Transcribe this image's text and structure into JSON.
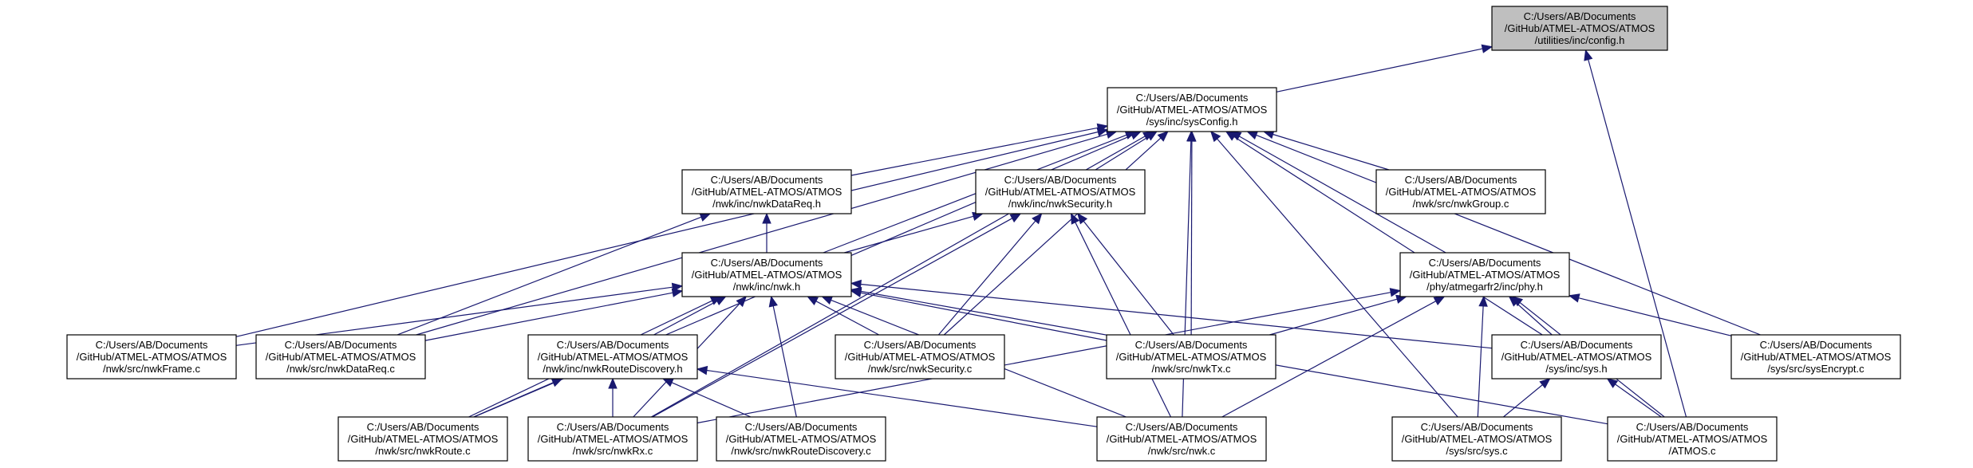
{
  "nodes": {
    "config": {
      "lines": [
        "C:/Users/AB/Documents",
        "/GitHub/ATMEL-ATMOS/ATMOS",
        "/utilities/inc/config.h"
      ]
    },
    "sysConfig": {
      "lines": [
        "C:/Users/AB/Documents",
        "/GitHub/ATMEL-ATMOS/ATMOS",
        "/sys/inc/sysConfig.h"
      ]
    },
    "nwkDataReqH": {
      "lines": [
        "C:/Users/AB/Documents",
        "/GitHub/ATMEL-ATMOS/ATMOS",
        "/nwk/inc/nwkDataReq.h"
      ]
    },
    "nwkSecurityH": {
      "lines": [
        "C:/Users/AB/Documents",
        "/GitHub/ATMEL-ATMOS/ATMOS",
        "/nwk/inc/nwkSecurity.h"
      ]
    },
    "nwkGroupC": {
      "lines": [
        "C:/Users/AB/Documents",
        "/GitHub/ATMEL-ATMOS/ATMOS",
        "/nwk/src/nwkGroup.c"
      ]
    },
    "nwkH": {
      "lines": [
        "C:/Users/AB/Documents",
        "/GitHub/ATMEL-ATMOS/ATMOS",
        "/nwk/inc/nwk.h"
      ]
    },
    "phyH": {
      "lines": [
        "C:/Users/AB/Documents",
        "/GitHub/ATMEL-ATMOS/ATMOS",
        "/phy/atmegarfr2/inc/phy.h"
      ]
    },
    "nwkFrameC": {
      "lines": [
        "C:/Users/AB/Documents",
        "/GitHub/ATMEL-ATMOS/ATMOS",
        "/nwk/src/nwkFrame.c"
      ]
    },
    "nwkDataReqC": {
      "lines": [
        "C:/Users/AB/Documents",
        "/GitHub/ATMEL-ATMOS/ATMOS",
        "/nwk/src/nwkDataReq.c"
      ]
    },
    "nwkRouteDiscoveryH": {
      "lines": [
        "C:/Users/AB/Documents",
        "/GitHub/ATMEL-ATMOS/ATMOS",
        "/nwk/inc/nwkRouteDiscovery.h"
      ]
    },
    "nwkSecurityC": {
      "lines": [
        "C:/Users/AB/Documents",
        "/GitHub/ATMEL-ATMOS/ATMOS",
        "/nwk/src/nwkSecurity.c"
      ]
    },
    "nwkTxC": {
      "lines": [
        "C:/Users/AB/Documents",
        "/GitHub/ATMEL-ATMOS/ATMOS",
        "/nwk/src/nwkTx.c"
      ]
    },
    "sysH": {
      "lines": [
        "C:/Users/AB/Documents",
        "/GitHub/ATMEL-ATMOS/ATMOS",
        "/sys/inc/sys.h"
      ]
    },
    "sysEncryptC": {
      "lines": [
        "C:/Users/AB/Documents",
        "/GitHub/ATMEL-ATMOS/ATMOS",
        "/sys/src/sysEncrypt.c"
      ]
    },
    "nwkRouteC": {
      "lines": [
        "C:/Users/AB/Documents",
        "/GitHub/ATMEL-ATMOS/ATMOS",
        "/nwk/src/nwkRoute.c"
      ]
    },
    "nwkRxC": {
      "lines": [
        "C:/Users/AB/Documents",
        "/GitHub/ATMEL-ATMOS/ATMOS",
        "/nwk/src/nwkRx.c"
      ]
    },
    "nwkRouteDiscoveryC": {
      "lines": [
        "C:/Users/AB/Documents",
        "/GitHub/ATMEL-ATMOS/ATMOS",
        "/nwk/src/nwkRouteDiscovery.c"
      ]
    },
    "nwkC": {
      "lines": [
        "C:/Users/AB/Documents",
        "/GitHub/ATMEL-ATMOS/ATMOS",
        "/nwk/src/nwk.c"
      ]
    },
    "sysC": {
      "lines": [
        "C:/Users/AB/Documents",
        "/GitHub/ATMEL-ATMOS/ATMOS",
        "/sys/src/sys.c"
      ]
    },
    "atmosC": {
      "lines": [
        "C:/Users/AB/Documents",
        "/GitHub/ATMEL-ATMOS/ATMOS",
        "/ATMOS.c"
      ]
    }
  },
  "edges": [
    {
      "from": "sysConfig",
      "to": "config"
    },
    {
      "from": "atmosC",
      "to": "config"
    },
    {
      "from": "nwkDataReqH",
      "to": "sysConfig"
    },
    {
      "from": "nwkSecurityH",
      "to": "sysConfig"
    },
    {
      "from": "nwkGroupC",
      "to": "sysConfig"
    },
    {
      "from": "nwkH",
      "to": "sysConfig"
    },
    {
      "from": "phyH",
      "to": "sysConfig"
    },
    {
      "from": "nwkFrameC",
      "to": "sysConfig"
    },
    {
      "from": "nwkDataReqC",
      "to": "sysConfig"
    },
    {
      "from": "nwkSecurityC",
      "to": "sysConfig"
    },
    {
      "from": "nwkTxC",
      "to": "sysConfig"
    },
    {
      "from": "sysH",
      "to": "sysConfig"
    },
    {
      "from": "sysEncryptC",
      "to": "sysConfig"
    },
    {
      "from": "nwkRouteC",
      "to": "sysConfig"
    },
    {
      "from": "nwkRxC",
      "to": "sysConfig"
    },
    {
      "from": "nwkC",
      "to": "sysConfig"
    },
    {
      "from": "sysC",
      "to": "sysConfig"
    },
    {
      "from": "nwkH",
      "to": "nwkDataReqH"
    },
    {
      "from": "nwkDataReqC",
      "to": "nwkDataReqH"
    },
    {
      "from": "nwkH",
      "to": "nwkSecurityH"
    },
    {
      "from": "nwkSecurityC",
      "to": "nwkSecurityH"
    },
    {
      "from": "nwkTxC",
      "to": "nwkSecurityH"
    },
    {
      "from": "nwkRxC",
      "to": "nwkSecurityH"
    },
    {
      "from": "nwkC",
      "to": "nwkSecurityH"
    },
    {
      "from": "nwkFrameC",
      "to": "nwkH"
    },
    {
      "from": "nwkDataReqC",
      "to": "nwkH"
    },
    {
      "from": "nwkRouteDiscoveryH",
      "to": "nwkH"
    },
    {
      "from": "nwkSecurityC",
      "to": "nwkH"
    },
    {
      "from": "nwkTxC",
      "to": "nwkH"
    },
    {
      "from": "sysH",
      "to": "nwkH"
    },
    {
      "from": "nwkRouteC",
      "to": "nwkH"
    },
    {
      "from": "nwkRxC",
      "to": "nwkH"
    },
    {
      "from": "nwkRouteDiscoveryC",
      "to": "nwkH"
    },
    {
      "from": "nwkC",
      "to": "nwkH"
    },
    {
      "from": "atmosC",
      "to": "nwkH"
    },
    {
      "from": "nwkTxC",
      "to": "phyH"
    },
    {
      "from": "sysH",
      "to": "phyH"
    },
    {
      "from": "sysEncryptC",
      "to": "phyH"
    },
    {
      "from": "nwkRxC",
      "to": "phyH"
    },
    {
      "from": "nwkC",
      "to": "phyH"
    },
    {
      "from": "sysC",
      "to": "phyH"
    },
    {
      "from": "atmosC",
      "to": "phyH"
    },
    {
      "from": "nwkRouteC",
      "to": "nwkRouteDiscoveryH"
    },
    {
      "from": "nwkRxC",
      "to": "nwkRouteDiscoveryH"
    },
    {
      "from": "nwkRouteDiscoveryC",
      "to": "nwkRouteDiscoveryH"
    },
    {
      "from": "nwkC",
      "to": "nwkRouteDiscoveryH"
    },
    {
      "from": "sysC",
      "to": "sysH"
    },
    {
      "from": "atmosC",
      "to": "sysH"
    }
  ]
}
